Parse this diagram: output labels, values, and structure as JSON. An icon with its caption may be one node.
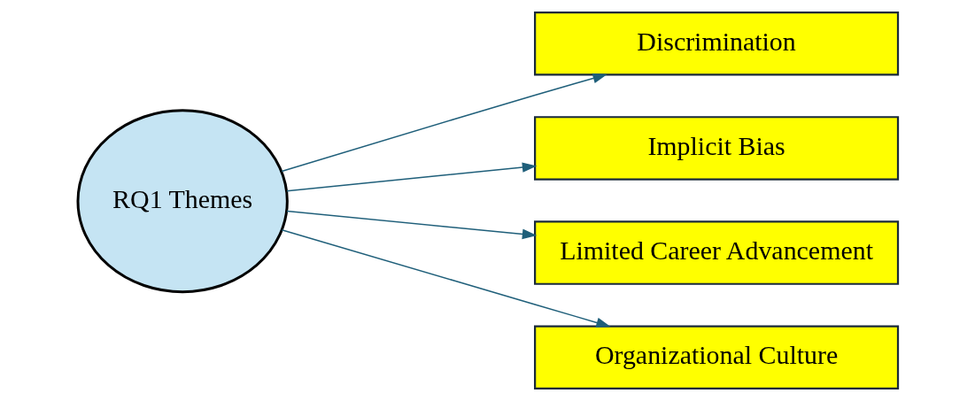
{
  "diagram": {
    "nodes": [
      {
        "text": [
          "RQ1 Themes"
        ]
      },
      {
        "text": [
          "Discrimination"
        ]
      },
      {
        "text": [
          "Implicit Bias"
        ]
      },
      {
        "text": [
          "Limited Career Advancement"
        ]
      },
      {
        "text": [
          "Organizational Culture"
        ]
      }
    ],
    "edges": [
      {
        "from": 0,
        "to": 1,
        "arrow": "to"
      },
      {
        "from": 0,
        "to": 2,
        "arrow": "to"
      },
      {
        "from": 0,
        "to": 3,
        "arrow": "to"
      },
      {
        "from": 0,
        "to": 4,
        "arrow": "to"
      }
    ]
  }
}
